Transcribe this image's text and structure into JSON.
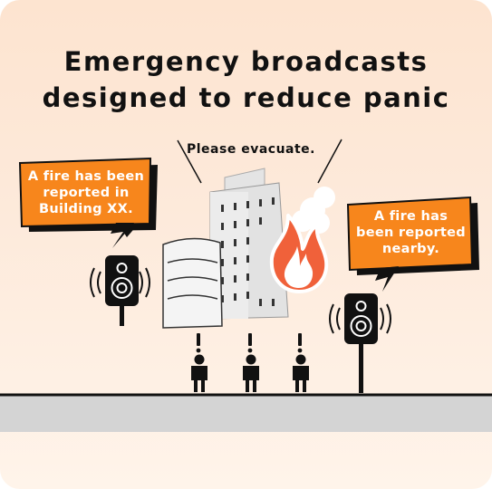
{
  "title": {
    "line1": "Emergency broadcasts",
    "line2": "designed to reduce panic"
  },
  "announcement": "Please evacuate.",
  "bubble_left": {
    "line1": "A fire has been",
    "line2": "reported in",
    "line3": "Building XX."
  },
  "bubble_right": {
    "line1": "A fire has",
    "line2": "been reported",
    "line3": "nearby."
  },
  "colors": {
    "background": "#fde6d4",
    "bubble": "#f7861c",
    "flame": "#f0613a",
    "ground": "#cfcfcf",
    "outline": "#111111"
  },
  "icons": [
    "speaker-icon",
    "speaker-icon",
    "fire-icon",
    "smoke-icon",
    "person-icon",
    "exclamation-icon"
  ]
}
